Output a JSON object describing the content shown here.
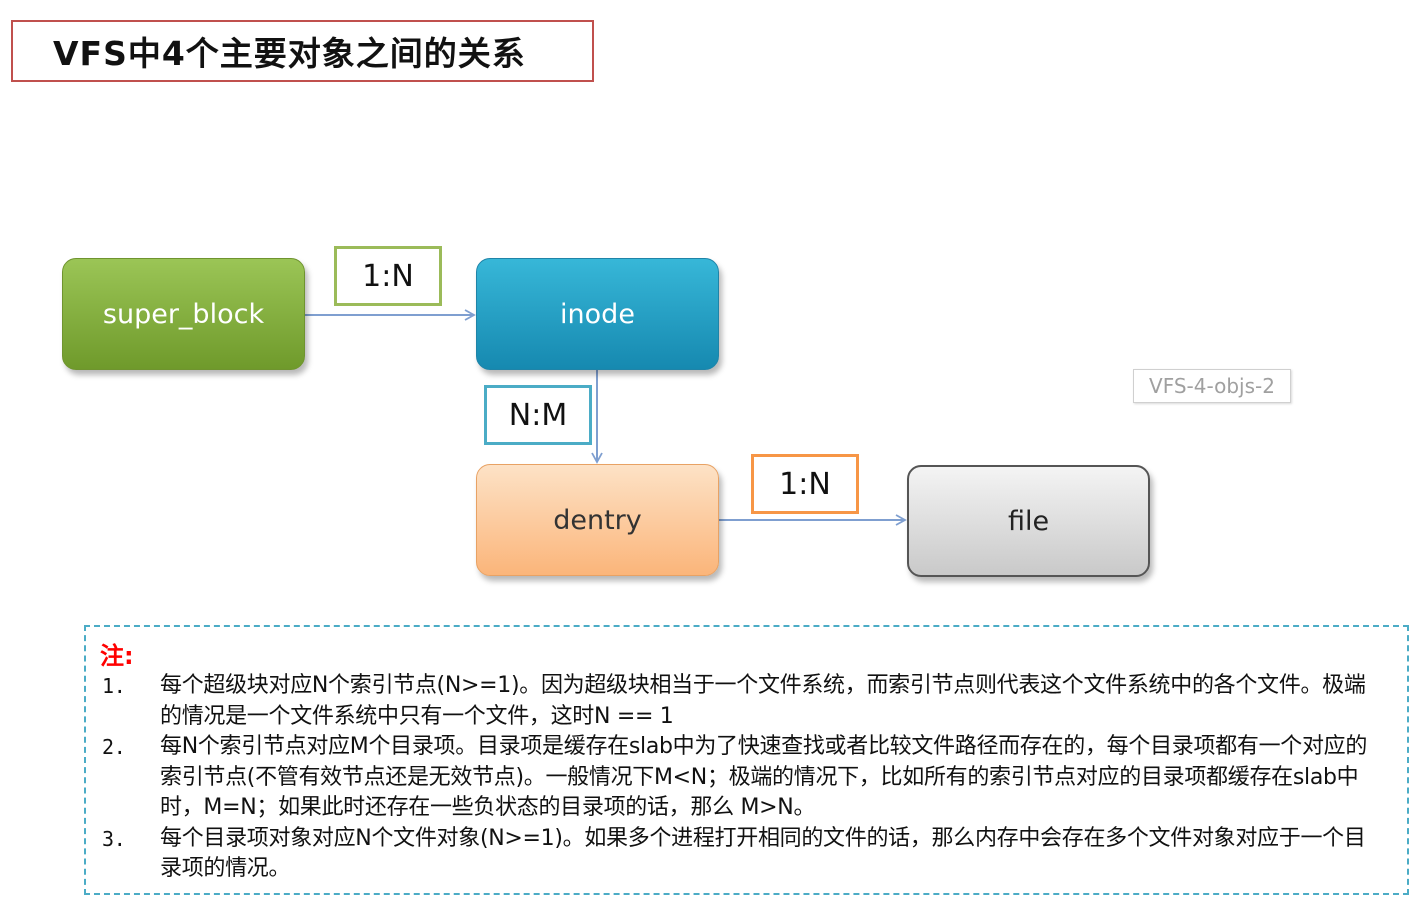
{
  "title": "VFS中4个主要对象之间的关系",
  "nodes": {
    "super_block": "super_block",
    "inode": "inode",
    "dentry": "dentry",
    "file": "file"
  },
  "relations": {
    "super_block_inode": "1:N",
    "inode_dentry": "N:M",
    "dentry_file": "1:N"
  },
  "watermark": "VFS-4-objs-2",
  "note": {
    "heading": "注:",
    "items": [
      {
        "num": "1.",
        "text": "每个超级块对应N个索引节点(N>=1)。因为超级块相当于一个文件系统，而索引节点则代表这个文件系统中的各个文件。极端的情况是一个文件系统中只有一个文件，这时N == 1"
      },
      {
        "num": "2.",
        "text": "每N个索引节点对应M个目录项。目录项是缓存在slab中为了快速查找或者比较文件路径而存在的，每个目录项都有一个对应的索引节点(不管有效节点还是无效节点)。一般情况下M<N；极端的情况下，比如所有的索引节点对应的目录项都缓存在slab中时，M=N；如果此时还存在一些负状态的目录项的话，那么 M>N。"
      },
      {
        "num": "3.",
        "text": "每个目录项对象对应N个文件对象(N>=1)。如果多个进程打开相同的文件的话，那么内存中会存在多个文件对象对应于一个目录项的情况。"
      }
    ]
  },
  "colors": {
    "title_border": "#c0504d",
    "super_block": "#8db84a",
    "inode": "#2aa6cb",
    "dentry": "#fcc593",
    "file": "#dddddd",
    "arrow": "#7f9fd0",
    "note_border": "#4bacc6",
    "note_heading": "#ff0000"
  }
}
